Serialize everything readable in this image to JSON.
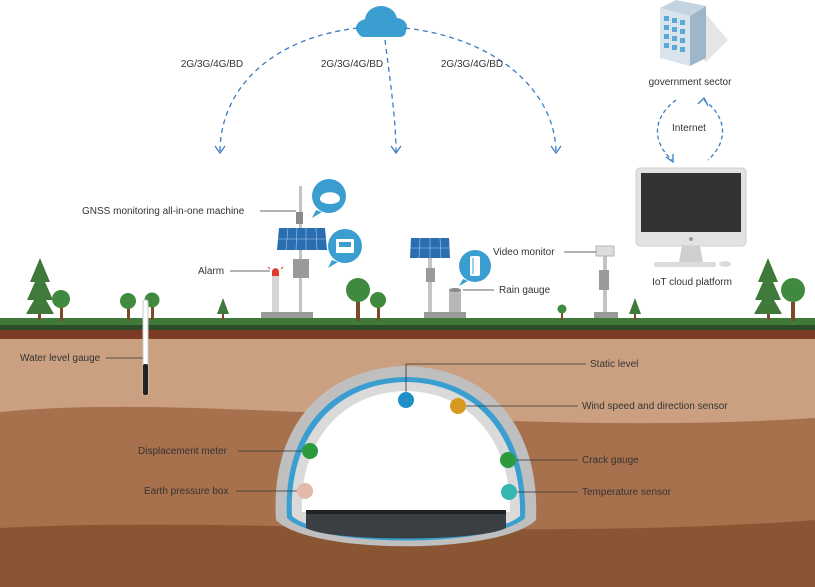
{
  "network": {
    "link_label_1": "2G/3G/4G/BD",
    "link_label_2": "2G/3G/4G/BD",
    "link_label_3": "2G/3G/4G/BD",
    "internet_label": "Internet"
  },
  "nodes": {
    "government_sector": "government sector",
    "iot_platform": "IoT cloud platform"
  },
  "surface": {
    "gnss": "GNSS monitoring all-in-one machine",
    "alarm": "Alarm",
    "video_monitor": "Video monitor",
    "rain_gauge": "Rain gauge",
    "water_level_gauge": "Water level gauge"
  },
  "tunnel": {
    "static_level": "Static level",
    "wind_sensor": "Wind speed and direction sensor",
    "displacement_meter": "Displacement meter",
    "crack_gauge": "Crack gauge",
    "earth_pressure_box": "Earth pressure box",
    "temperature_sensor": "Temperature sensor"
  },
  "colors": {
    "accent_blue": "#3a9fd0",
    "dashed_line": "#3a7dc0",
    "grass": "#3f7a3a",
    "soil_light": "#caa081",
    "soil_mid": "#a8714d",
    "soil_dark": "#8a5532",
    "tunnel_shell": "#bfbfbf",
    "sensor_blue": "#1e8fc9",
    "sensor_orange": "#d69a1f",
    "sensor_green": "#2e9a3e",
    "sensor_pink": "#e2b9aa",
    "sensor_teal": "#35b6b0"
  }
}
